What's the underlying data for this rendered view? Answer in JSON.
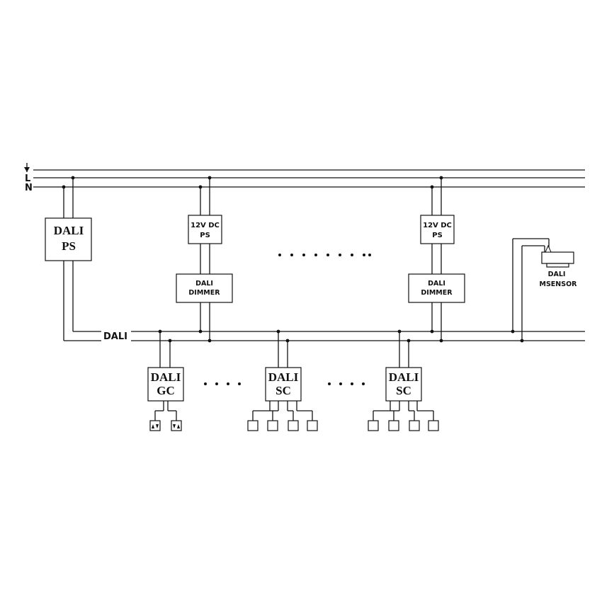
{
  "bus_labels": {
    "earth": "",
    "live": "L",
    "neutral": "N",
    "dali": "DALI"
  },
  "dali_ps": {
    "line1": "DALI",
    "line2": "PS"
  },
  "ps_12v_1": {
    "line1": "12V DC",
    "line2": "PS"
  },
  "ps_12v_2": {
    "line1": "12V DC",
    "line2": "PS"
  },
  "dimmer_1": {
    "line1": "DALI",
    "line2": "DIMMER"
  },
  "dimmer_2": {
    "line1": "DALI",
    "line2": "DIMMER"
  },
  "sensor": {
    "line1": "DALI",
    "line2": "MSENSOR"
  },
  "gc": {
    "line1": "DALI",
    "line2": "GC"
  },
  "sc_1": {
    "line1": "DALI",
    "line2": "SC"
  },
  "sc_2": {
    "line1": "DALI",
    "line2": "SC"
  },
  "ellipses": {
    "dimmers": "",
    "left_controllers": "",
    "right_controllers": ""
  }
}
